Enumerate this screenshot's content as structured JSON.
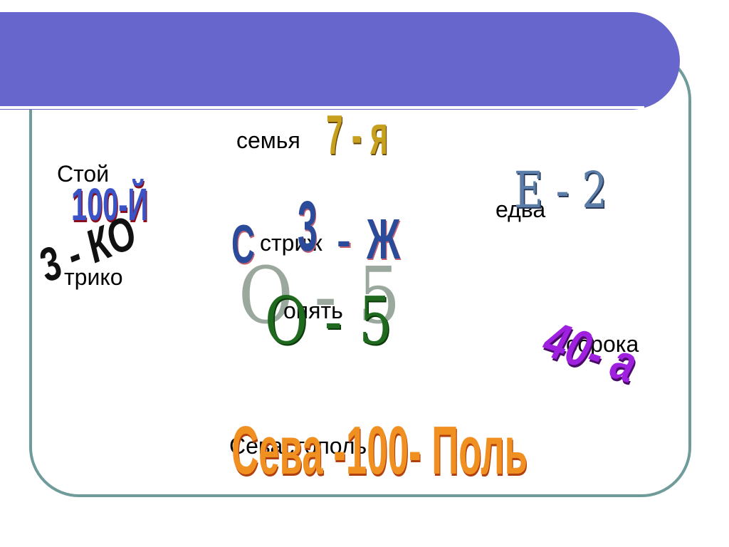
{
  "words": {
    "semya": "семья",
    "stoy": "Стой",
    "edva": "едва",
    "strizh": "стриж",
    "triko": "трико",
    "opyat": "опять",
    "soroka": "сорока",
    "sevastopol": "Севастополь"
  },
  "rebuses": {
    "seven_ya": "7 - я",
    "hundred_y": "100-Й",
    "e_two": "Е - 2",
    "s_three_zh": [
      "С",
      "3",
      "-",
      "Ж"
    ],
    "three_ko": "3 - КО",
    "o_five_big": "О - 5",
    "o_five_small": "О - 5",
    "forty_a": "40- а",
    "seva_hundred_pol": "Сева -100- Поль"
  },
  "colors": {
    "banner": "#6666cc",
    "frame_border": "#6f9c9a",
    "seven_ya": "#c8a020",
    "hundred_y": "#3a54c8",
    "e_two": "#5a7ea8",
    "s_three_zh": "#2a4a9a",
    "three_ko": "#111111",
    "o_five_big": "#8a9a8c",
    "o_five_small": "#1f6a1f",
    "forty_a": "#a020e0",
    "seva": "#f09020"
  }
}
